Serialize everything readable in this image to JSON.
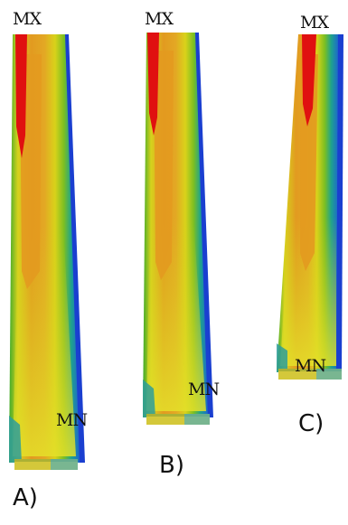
{
  "panels": [
    {
      "id": "A",
      "label": "A)",
      "max_marker": "MX",
      "min_marker": "MN"
    },
    {
      "id": "B",
      "label": "B)",
      "max_marker": "MX",
      "min_marker": "MN"
    },
    {
      "id": "C",
      "label": "C)",
      "max_marker": "MX",
      "min_marker": "MN"
    }
  ],
  "colors": {
    "max": "#e01010",
    "orange": "#e59a1d",
    "yellow": "#d9d21a",
    "green": "#33a81f",
    "cyan": "#1ba38f",
    "blue": "#1a3fd0"
  }
}
